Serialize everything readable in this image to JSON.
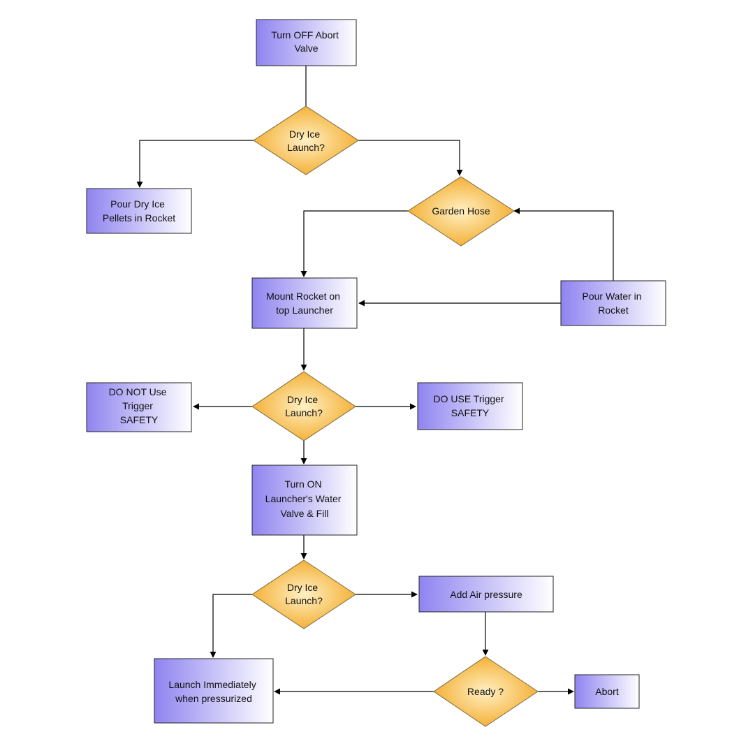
{
  "colors": {
    "process_fill_start": "#8f84f0",
    "process_fill_end": "#ffffff",
    "decision_fill_edge": "#f2a51c",
    "decision_fill_center": "#fff0c4",
    "connector": "#000000"
  },
  "nodes": {
    "turn_off_abort": {
      "lines": [
        "Turn OFF Abort",
        "Valve"
      ]
    },
    "dec_dry_ice_1": {
      "lines": [
        "Dry Ice",
        "Launch?"
      ]
    },
    "pour_dry_ice": {
      "lines": [
        "Pour Dry Ice",
        "Pellets in Rocket"
      ]
    },
    "dec_garden_hose": {
      "lines": [
        "Garden Hose"
      ]
    },
    "mount_rocket": {
      "lines": [
        "Mount Rocket on",
        "top Launcher"
      ]
    },
    "pour_water": {
      "lines": [
        "Pour Water in",
        "Rocket"
      ]
    },
    "dec_dry_ice_2": {
      "lines": [
        "Dry Ice",
        "Launch?"
      ]
    },
    "do_not_use_safety": {
      "lines": [
        "DO NOT Use",
        "Trigger",
        "SAFETY"
      ]
    },
    "do_use_safety": {
      "lines": [
        "DO USE Trigger",
        "SAFETY"
      ]
    },
    "turn_on_water": {
      "lines": [
        "Turn ON",
        "Launcher's Water",
        "Valve & Fill"
      ]
    },
    "dec_dry_ice_3": {
      "lines": [
        "Dry Ice",
        "Launch?"
      ]
    },
    "add_air": {
      "lines": [
        "Add Air pressure"
      ]
    },
    "launch_immediately": {
      "lines": [
        "Launch Immediately",
        "when pressurized"
      ]
    },
    "dec_ready": {
      "lines": [
        "Ready ?"
      ]
    },
    "abort": {
      "lines": [
        "Abort"
      ]
    }
  }
}
